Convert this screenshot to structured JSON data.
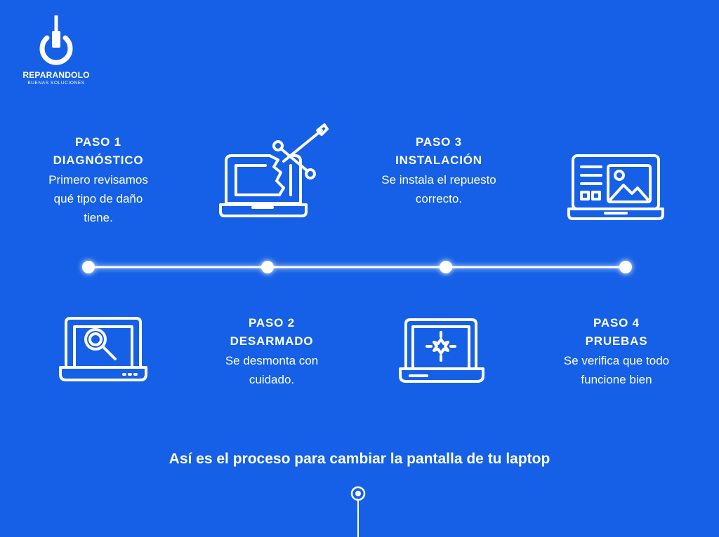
{
  "logo": {
    "brand": "REPARANDOLO",
    "tagline": "BUENAS SOLUCIONES",
    "icon": "power-screwdriver-icon"
  },
  "steps": [
    {
      "label": "PASO 1",
      "name": "DIAGNÓSTICO",
      "desc_lines": [
        "Primero revisamos",
        "qué tipo de daño",
        "tiene."
      ],
      "icon": "laptop-magnifier-icon"
    },
    {
      "label": "PASO 2",
      "name": "DESARMADO",
      "desc_lines": [
        "Se desmonta con",
        "cuidado."
      ],
      "icon": "laptop-broken-screen-tools-icon"
    },
    {
      "label": "PASO 3",
      "name": "INSTALACIÓN",
      "desc_lines": [
        "Se instala el repuesto",
        "correcto."
      ],
      "icon": "laptop-spark-icon"
    },
    {
      "label": "PASO 4",
      "name": "PRUEBAS",
      "desc_lines": [
        "Se verifica que todo",
        "funcione bien"
      ],
      "icon": "laptop-image-icon"
    }
  ],
  "caption": "Así es el proceso para cambiar la pantalla de tu laptop",
  "colors": {
    "background": "#1560e6",
    "foreground": "#ffffff"
  }
}
